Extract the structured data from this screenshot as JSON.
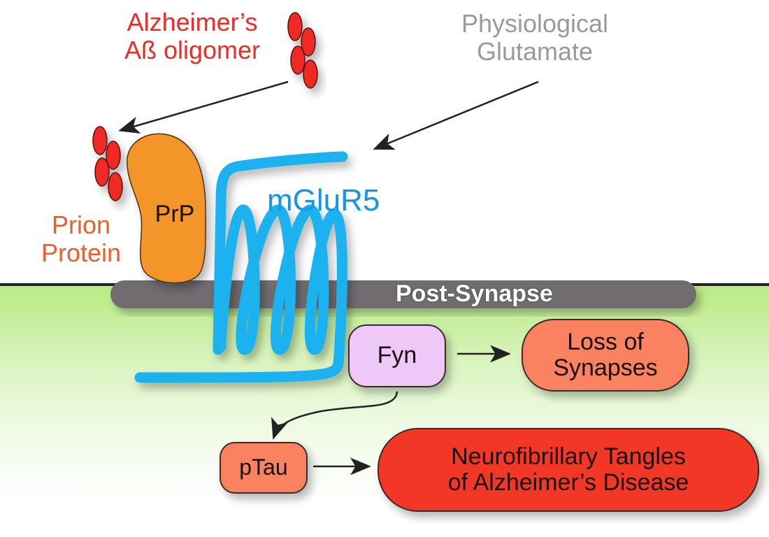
{
  "labels": {
    "abeta": [
      "Alzheimer’s",
      "Aß oligomer"
    ],
    "glutamate": [
      "Physiological",
      "Glutamate"
    ],
    "prion": [
      "Prion",
      "Protein"
    ],
    "prp": "PrP",
    "mglur5": "mGluR5",
    "membrane": "Post-Synapse"
  },
  "nodes": {
    "fyn": "Fyn",
    "loss": [
      "Loss of",
      "Synapses"
    ],
    "ptau": "pTau",
    "tangles": [
      "Neurofibrillary Tangles",
      "of Alzheimer’s Disease"
    ]
  },
  "colors": {
    "abeta_red": "#ee2b24",
    "glutamate_gray": "#9a9a9c",
    "prion_orange": "#f4952a",
    "receptor_blue": "#1ab2f0",
    "membrane_gray": "#706c70",
    "fyn_purple": "#eec8f6",
    "loss_salmon": "#fb8260",
    "ptau_salmon": "#fb8260",
    "tangles_red": "#f23726",
    "cytoplasm_green": "#b8ea82"
  }
}
